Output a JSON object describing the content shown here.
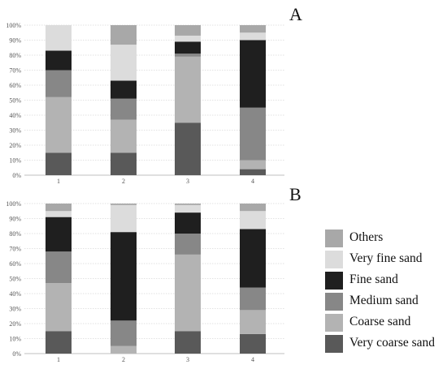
{
  "chart_data": [
    {
      "type": "bar",
      "stacked": true,
      "panel": "A",
      "categories": [
        "1",
        "2",
        "3",
        "4"
      ],
      "ylim": [
        0,
        100
      ],
      "yticks": [
        "0%",
        "10%",
        "20%",
        "30%",
        "40%",
        "50%",
        "60%",
        "70%",
        "80%",
        "90%",
        "100%"
      ],
      "grid": true,
      "series": [
        {
          "name": "Very coarse sand",
          "color": "#595959",
          "values": [
            15,
            15,
            35,
            4
          ]
        },
        {
          "name": "Coarse sand",
          "color": "#b3b3b3",
          "values": [
            37,
            22,
            44,
            6
          ]
        },
        {
          "name": "Medium sand",
          "color": "#878787",
          "values": [
            18,
            14,
            2,
            35
          ]
        },
        {
          "name": "Fine sand",
          "color": "#1f1f1f",
          "values": [
            13,
            12,
            8,
            45
          ]
        },
        {
          "name": "Very fine sand",
          "color": "#dcdcdc",
          "values": [
            17,
            24,
            4,
            5
          ]
        },
        {
          "name": "Others",
          "color": "#a8a8a8",
          "values": [
            0,
            13,
            7,
            5
          ]
        }
      ]
    },
    {
      "type": "bar",
      "stacked": true,
      "panel": "B",
      "categories": [
        "1",
        "2",
        "3",
        "4"
      ],
      "ylim": [
        0,
        100
      ],
      "yticks": [
        "0%",
        "10%",
        "20%",
        "30%",
        "40%",
        "50%",
        "60%",
        "70%",
        "80%",
        "90%",
        "100%"
      ],
      "grid": true,
      "series": [
        {
          "name": "Very coarse sand",
          "color": "#595959",
          "values": [
            15,
            0,
            15,
            13
          ]
        },
        {
          "name": "Coarse sand",
          "color": "#b3b3b3",
          "values": [
            32,
            5,
            51,
            16
          ]
        },
        {
          "name": "Medium sand",
          "color": "#878787",
          "values": [
            21,
            17,
            14,
            15
          ]
        },
        {
          "name": "Fine sand",
          "color": "#1f1f1f",
          "values": [
            23,
            59,
            14,
            39
          ]
        },
        {
          "name": "Very fine sand",
          "color": "#dcdcdc",
          "values": [
            4,
            18,
            5,
            12
          ]
        },
        {
          "name": "Others",
          "color": "#a8a8a8",
          "values": [
            5,
            1,
            1,
            5
          ]
        }
      ]
    }
  ],
  "panel_labels": {
    "a": "A",
    "b": "B"
  },
  "legend": {
    "items": [
      {
        "label": "Others",
        "color": "#a8a8a8"
      },
      {
        "label": "Very fine sand",
        "color": "#dcdcdc"
      },
      {
        "label": "Fine sand",
        "color": "#1f1f1f"
      },
      {
        "label": "Medium sand",
        "color": "#878787"
      },
      {
        "label": "Coarse sand",
        "color": "#b3b3b3"
      },
      {
        "label": "Very coarse sand",
        "color": "#595959"
      }
    ]
  }
}
